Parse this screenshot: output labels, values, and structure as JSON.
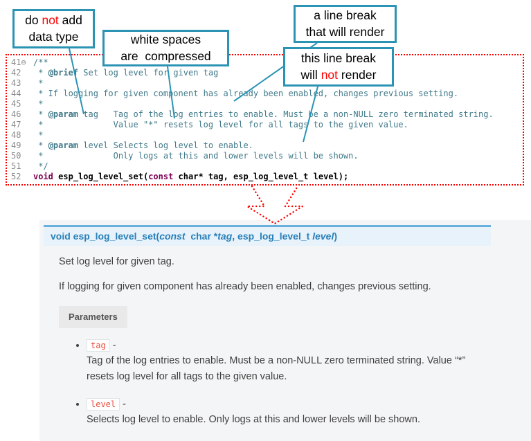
{
  "callouts": {
    "box1": {
      "part1": "do ",
      "em": "not",
      "part2": " add",
      "line2": "data type"
    },
    "box2": {
      "line1": "white spaces",
      "line2": "are  compressed"
    },
    "box3": {
      "line1": "a line break",
      "line2": "that will render"
    },
    "box4": {
      "line1": "this line break",
      "part1": "will ",
      "em": "not",
      "part2": " render"
    }
  },
  "code": {
    "lines": [
      {
        "num": "41",
        "fold": "⊖",
        "segments": [
          [
            "cm",
            "/**"
          ]
        ]
      },
      {
        "num": "42",
        "segments": [
          [
            "cm",
            " * "
          ],
          [
            "cmt",
            "@brief"
          ],
          [
            "cm",
            " Set log level for given tag"
          ]
        ]
      },
      {
        "num": "43",
        "segments": [
          [
            "cm",
            " *"
          ]
        ]
      },
      {
        "num": "44",
        "segments": [
          [
            "cm",
            " * If logging for given component has already been enabled, changes previous setting."
          ]
        ]
      },
      {
        "num": "45",
        "segments": [
          [
            "cm",
            " *"
          ]
        ]
      },
      {
        "num": "46",
        "segments": [
          [
            "cm",
            " * "
          ],
          [
            "cmt",
            "@param"
          ],
          [
            "cm",
            " tag   Tag of the log entries to enable. Must be a non-NULL zero terminated string."
          ]
        ]
      },
      {
        "num": "47",
        "segments": [
          [
            "cm",
            " *              Value \"*\" resets log level for all tags to the given value."
          ]
        ]
      },
      {
        "num": "48",
        "segments": [
          [
            "cm",
            " *"
          ]
        ]
      },
      {
        "num": "49",
        "segments": [
          [
            "cm",
            " * "
          ],
          [
            "cmt",
            "@param"
          ],
          [
            "cm",
            " level Selects log level to enable."
          ]
        ]
      },
      {
        "num": "50",
        "segments": [
          [
            "cm",
            " *              Only logs at this and lower levels will be shown."
          ]
        ]
      },
      {
        "num": "51",
        "segments": [
          [
            "cm",
            " */"
          ]
        ]
      },
      {
        "num": "52",
        "segments": [
          [
            "kw",
            "void"
          ],
          [
            "pl",
            " "
          ],
          [
            "fn",
            "esp_log_level_set"
          ],
          [
            "pl",
            "("
          ],
          [
            "kw",
            "const"
          ],
          [
            "pl",
            " char* tag, esp_log_level_t level);"
          ]
        ]
      }
    ]
  },
  "docs": {
    "signature_segments": [
      [
        "kw",
        "void"
      ],
      [
        "pl",
        " "
      ],
      [
        "name",
        "esp_log_level_set"
      ],
      [
        "pl",
        "("
      ],
      [
        "kwi",
        "const"
      ],
      [
        "pl",
        "  char *"
      ],
      [
        "arg",
        "tag"
      ],
      [
        "pl",
        ", "
      ],
      [
        "pl",
        "esp_log_level_t "
      ],
      [
        "arg",
        "level"
      ],
      [
        "pl",
        ")"
      ]
    ],
    "brief": "Set log level for given tag.",
    "detail": "If logging for given component has already been enabled, changes previous setting.",
    "parameters_label": "Parameters",
    "params": [
      {
        "name": "tag",
        "sep": " -",
        "desc": "Tag of the log entries to enable. Must be a non-NULL zero terminated string. Value “*” resets log level for all tags to the given value."
      },
      {
        "name": "level",
        "sep": " -",
        "desc": "Selects log level to enable. Only logs at this and lower levels will be shown."
      }
    ]
  },
  "colors": {
    "callout_border": "#2b93b4",
    "annotation_red": "#ff0000",
    "code_border": "#ff0000",
    "comment": "#417a8a",
    "keyword": "#7f0055",
    "sig_bg": "#e7f2fa",
    "sig_border": "#6ab0de",
    "sig_text": "#2980b9",
    "literal_red": "#e74c3c",
    "docs_bg": "#f4f5f6"
  }
}
